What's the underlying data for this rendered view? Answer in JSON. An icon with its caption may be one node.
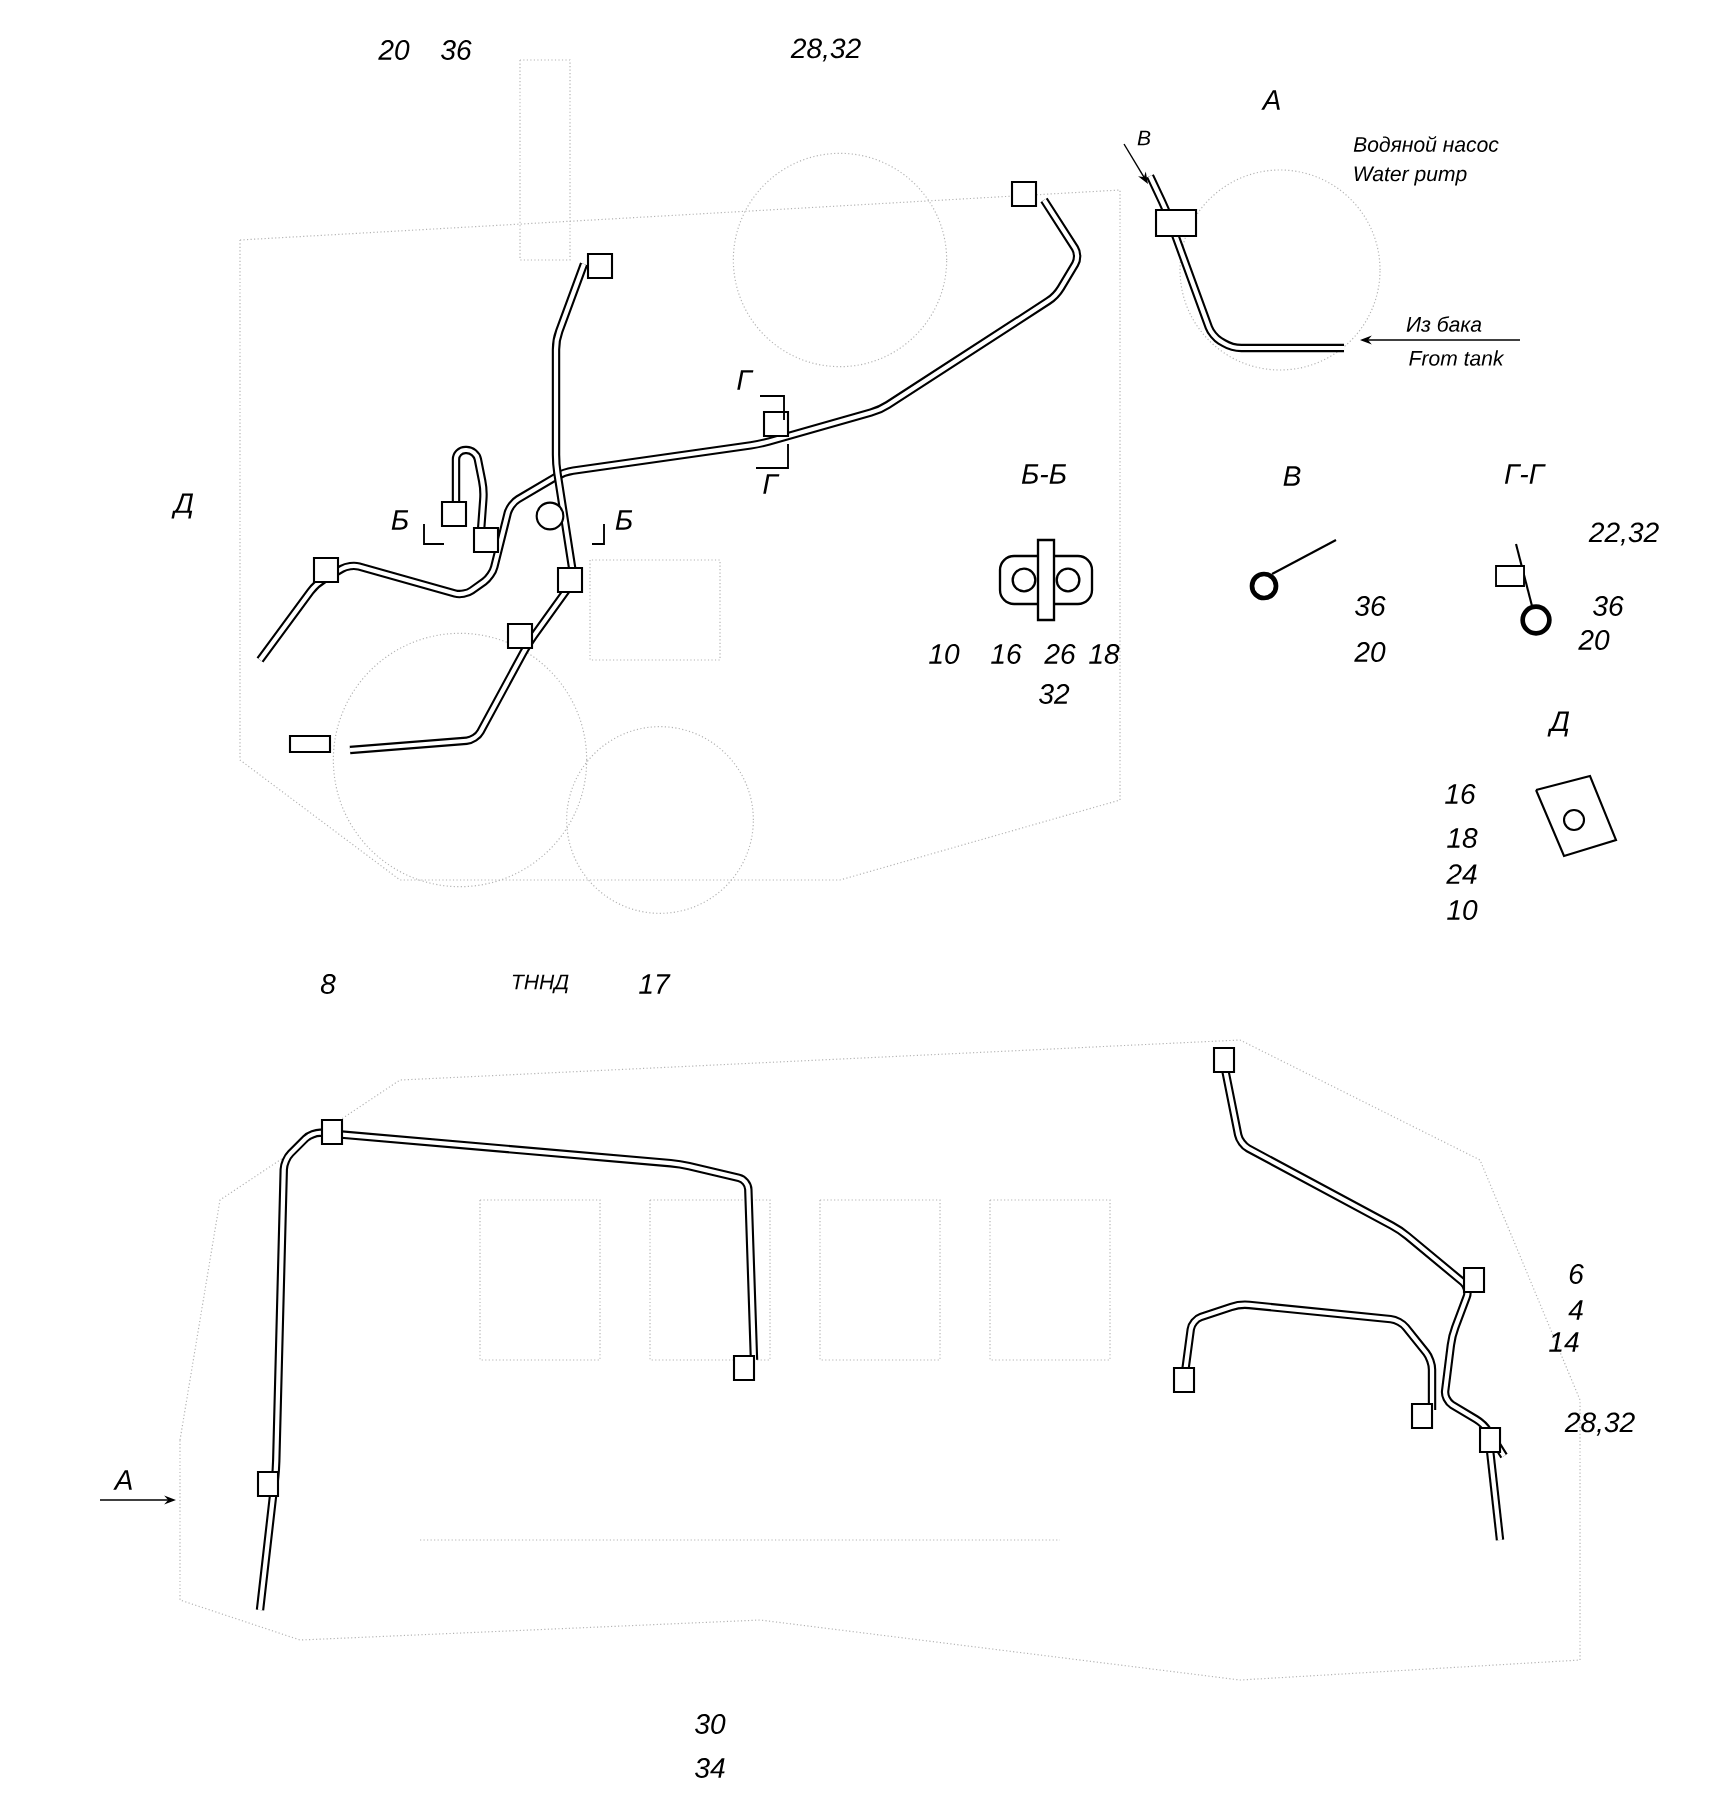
{
  "diagram": {
    "labels": [
      "20",
      "36",
      "28,32",
      "А",
      "В",
      "Водяной насос",
      "Water pump",
      "Из бака",
      "From tank",
      "Г",
      "Г",
      "Д",
      "Б",
      "Б",
      "Б-Б",
      "В",
      "Г-Г",
      "22,32",
      "36",
      "20",
      "36",
      "20",
      "10",
      "16",
      "26",
      "18",
      "32",
      "Д",
      "16",
      "18",
      "24",
      "10",
      "8",
      "ТННД",
      "17",
      "6",
      "4",
      "14",
      "28,32",
      "А",
      "30",
      "34"
    ]
  }
}
